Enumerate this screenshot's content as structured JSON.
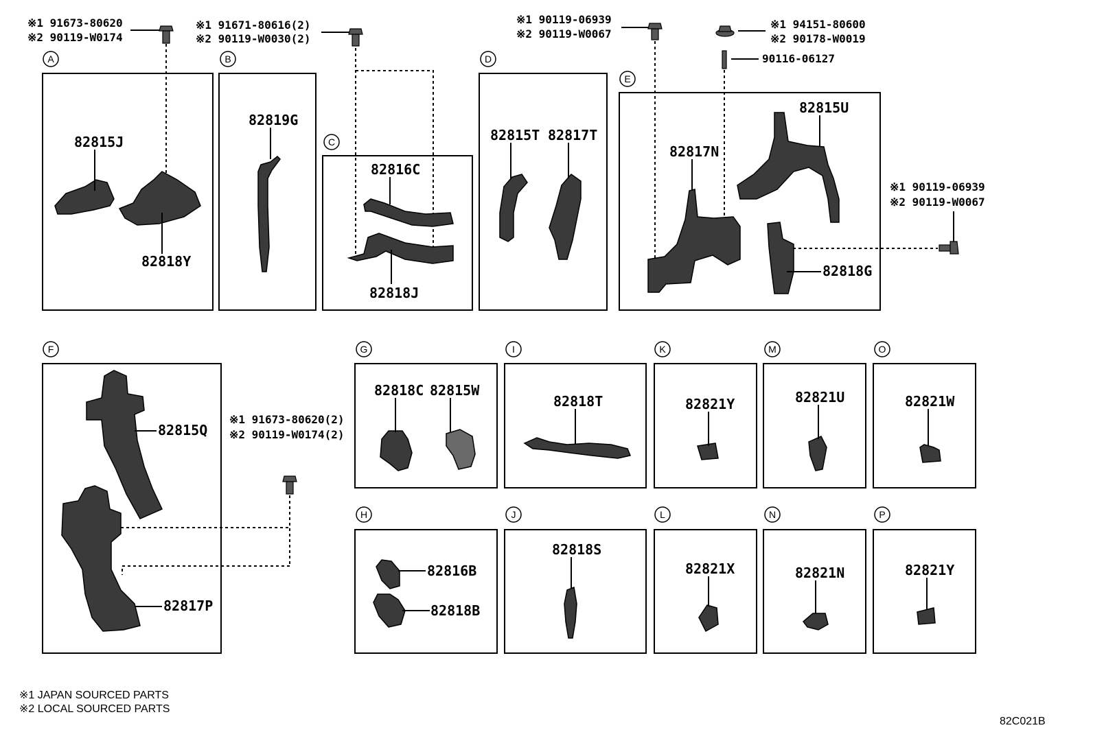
{
  "bolt_callouts": {
    "A": {
      "l1": "※1 91673-80620",
      "l2": "※2 90119-W0174"
    },
    "B": {
      "l1": "※1 91671-80616(2)",
      "l2": "※2 90119-W0030(2)"
    },
    "D": {
      "l1": "※1 90119-06939",
      "l2": "※2 90119-W0067"
    },
    "E_nut": {
      "l1": "※1 94151-80600",
      "l2": "※2 90178-W0019"
    },
    "E_stud": "90116-06127",
    "E_side": {
      "l1": "※1 90119-06939",
      "l2": "※2 90119-W0067"
    },
    "F": {
      "l1": "※1 91673-80620(2)",
      "l2": "※2 90119-W0174(2)"
    }
  },
  "groups": [
    "A",
    "B",
    "C",
    "D",
    "E",
    "F",
    "G",
    "I",
    "K",
    "M",
    "O",
    "H",
    "J",
    "L",
    "N",
    "P"
  ],
  "parts": {
    "a1": "82815J",
    "a2": "82818Y",
    "b1": "82819G",
    "c1": "82816C",
    "c2": "82818J",
    "d1": "82815T",
    "d2": "82817T",
    "e1": "82815U",
    "e2": "82817N",
    "e3": "82818G",
    "f1": "82815Q",
    "f2": "82817P",
    "g1": "82818C",
    "g2": "82815W",
    "i1": "82818T",
    "k1": "82821Y",
    "m1": "82821U",
    "o1": "82821W",
    "h1": "82816B",
    "h2": "82818B",
    "j1": "82818S",
    "l1": "82821X",
    "n1": "82821N",
    "p1": "82821Y"
  },
  "notes": {
    "n1": "※1 JAPAN SOURCED PARTS",
    "n2": "※2 LOCAL SOURCED PARTS"
  },
  "figure_code": "82C021B"
}
